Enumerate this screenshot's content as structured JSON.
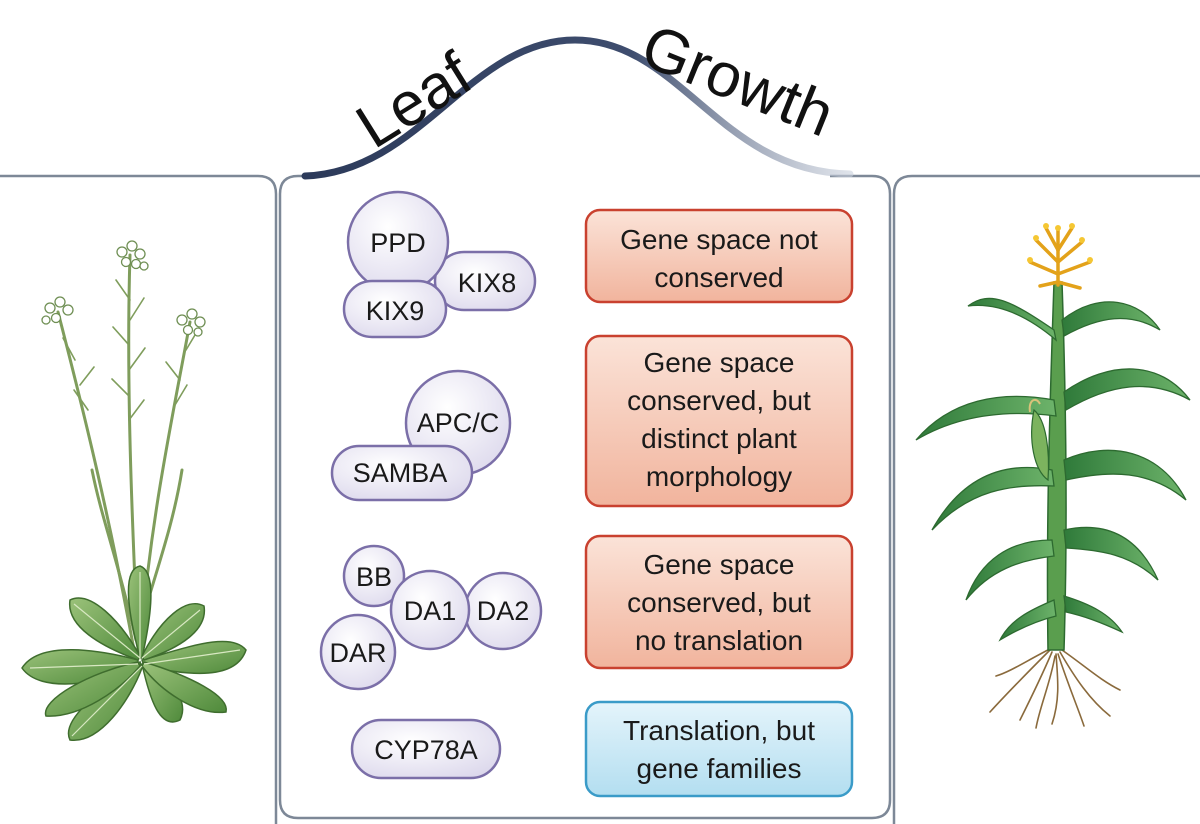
{
  "title": {
    "word1": "Leaf",
    "word2": "Growth"
  },
  "colors": {
    "panel_border": "#7d8897",
    "curve_dark": "#2c3a5a",
    "curve_light": "#b9c1cf",
    "protein_fill": "#e6e3f1",
    "protein_stroke": "#7b6fa8",
    "box_red_fill": "#f3c9b8",
    "box_red_stroke": "#c9412f",
    "box_blue_fill": "#c8e6f3",
    "box_blue_stroke": "#3a9bc8"
  },
  "complexes": [
    {
      "proteins": [
        "PPD",
        "KIX8",
        "KIX9"
      ]
    },
    {
      "proteins": [
        "APC/C",
        "SAMBA"
      ]
    },
    {
      "proteins": [
        "BB",
        "DA1",
        "DA2",
        "DAR"
      ]
    },
    {
      "proteins": [
        "CYP78A"
      ]
    }
  ],
  "boxes": [
    {
      "style": "red",
      "lines": [
        "Gene space not",
        "conserved"
      ]
    },
    {
      "style": "red",
      "lines": [
        "Gene space",
        "conserved, but",
        "distinct plant",
        "morphology"
      ]
    },
    {
      "style": "red",
      "lines": [
        "Gene space",
        "conserved, but",
        "no translation"
      ]
    },
    {
      "style": "blue",
      "lines": [
        "Translation, but",
        "gene families"
      ]
    }
  ],
  "plants": {
    "left": "arabidopsis-plant",
    "right": "maize-plant"
  }
}
